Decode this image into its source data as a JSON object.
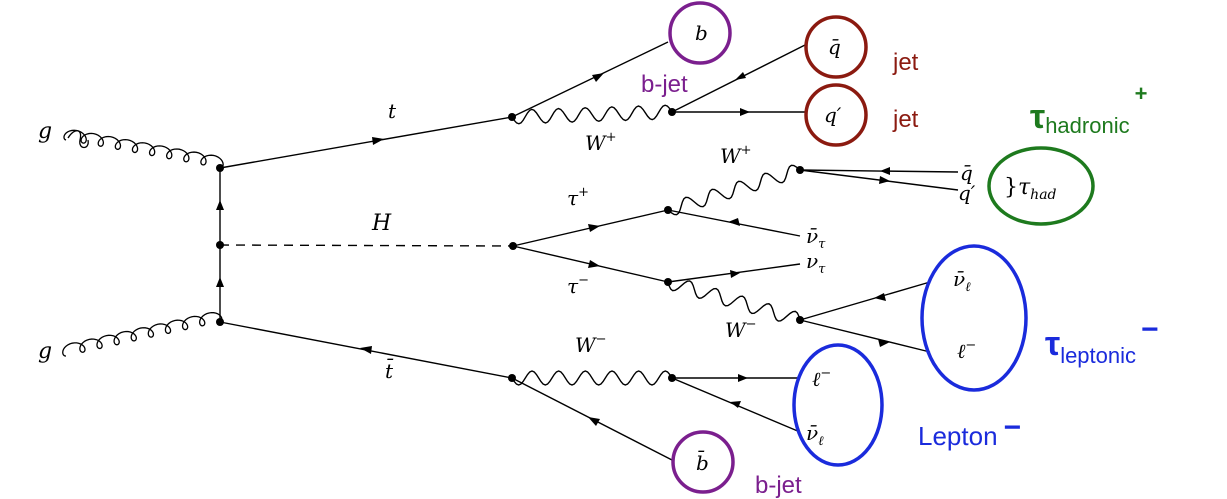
{
  "particles": {
    "g_top": "g",
    "g_bottom": "g",
    "t": "t",
    "tbar": "t̄",
    "H": "H",
    "b_top": "b",
    "b_bottom": "b̄",
    "Wplus_top": "W",
    "Wplus_top_sup": "+",
    "qbar_top": "q̄",
    "qprime_top": "q′",
    "Wplus_tau": "W",
    "Wplus_tau_sup": "+",
    "qbar_tau": "q̄",
    "qprime_tau": "q′",
    "tau_plus": "τ",
    "tau_plus_sup": "+",
    "tau_minus": "τ",
    "tau_minus_sup": "−",
    "nubar_tau": "ν̄",
    "nubar_tau_sub": "τ",
    "nu_tau": "ν",
    "nu_tau_sub": "τ",
    "Wminus_tau": "W",
    "Wminus_tau_sup": "−",
    "nubar_l_top": "ν̄",
    "nubar_l_top_sub": "ℓ",
    "l_minus_top": "ℓ",
    "l_minus_top_sup": "−",
    "Wminus_bottom": "W",
    "Wminus_bottom_sup": "−",
    "l_minus_bottom": "ℓ",
    "l_minus_bottom_sup": "−",
    "nubar_l_bottom": "ν̄",
    "nubar_l_bottom_sub": "ℓ",
    "tau_had_brace": "}",
    "tau_had_sym": "τ",
    "tau_had_sub": "had"
  },
  "annotations": {
    "bjet_top": "b-jet",
    "bjet_bottom": "b-jet",
    "jet1": "jet",
    "jet2": "jet",
    "tau_hadronic_main": "τ",
    "tau_hadronic_sub": "hadronic",
    "tau_hadronic_sup": "+",
    "tau_leptonic_main": "τ",
    "tau_leptonic_sub": "leptonic",
    "tau_leptonic_sup": "−",
    "lepton_main": "Lepton",
    "lepton_sup": "−"
  },
  "colors": {
    "bjet": "#7b1f8e",
    "jet": "#8b1a10",
    "hadronic": "#1e7a1e",
    "leptonic": "#1a2bdc"
  }
}
